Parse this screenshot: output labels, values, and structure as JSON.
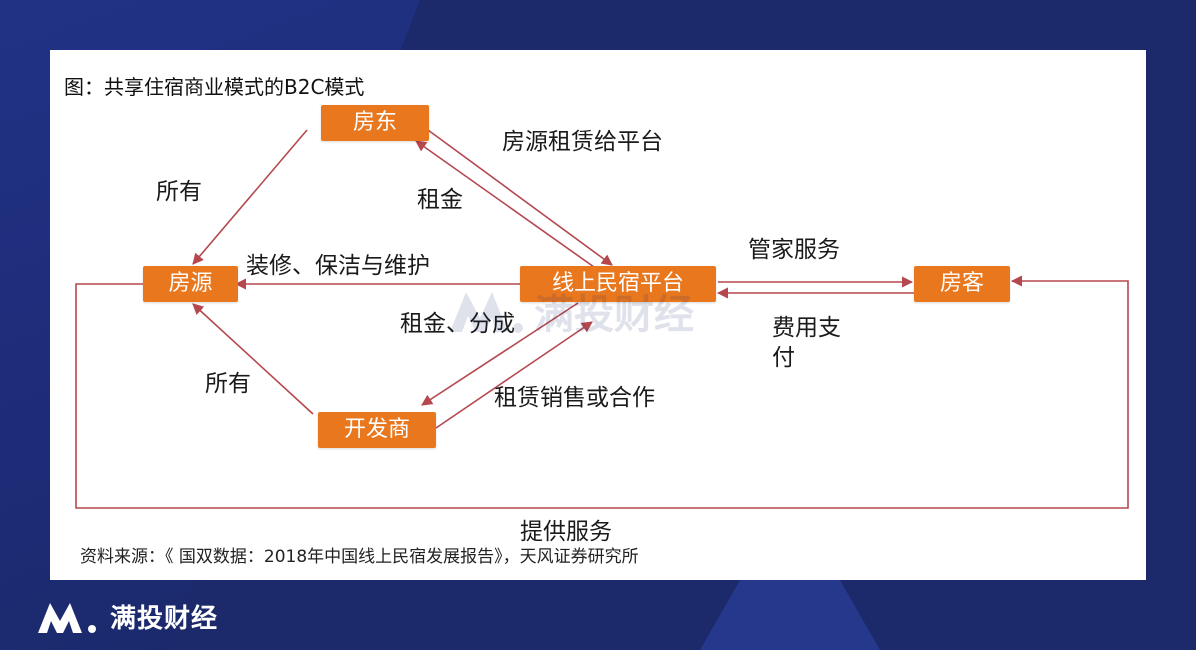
{
  "figure": {
    "title": "图：共享住宿商业模式的B2C模式",
    "source": "资料来源：《 国双数据：2018年中国线上民宿发展报告》，天风证券研究所"
  },
  "nodes": {
    "landlord": "房东",
    "housing": "房源",
    "platform": "线上民宿平台",
    "guest": "房客",
    "developer": "开发商"
  },
  "labels": {
    "rent_to_platform": "房源租赁给平台",
    "owns_top": "所有",
    "rent_top": "租金",
    "decor": "装修、保洁与维护",
    "rent_share": "租金、分成",
    "owns_bottom": "所有",
    "lease_sale": "租赁销售或合作",
    "butler": "管家服务",
    "fee_line1": "费用支",
    "fee_line2": "付",
    "provide_service": "提供服务"
  },
  "watermark": {
    "text": "满投财经"
  },
  "footer": {
    "brand": "满投财经"
  },
  "colors": {
    "node": "#e8771e",
    "arrow": "#b5484e",
    "background": "#1c2a6b"
  }
}
